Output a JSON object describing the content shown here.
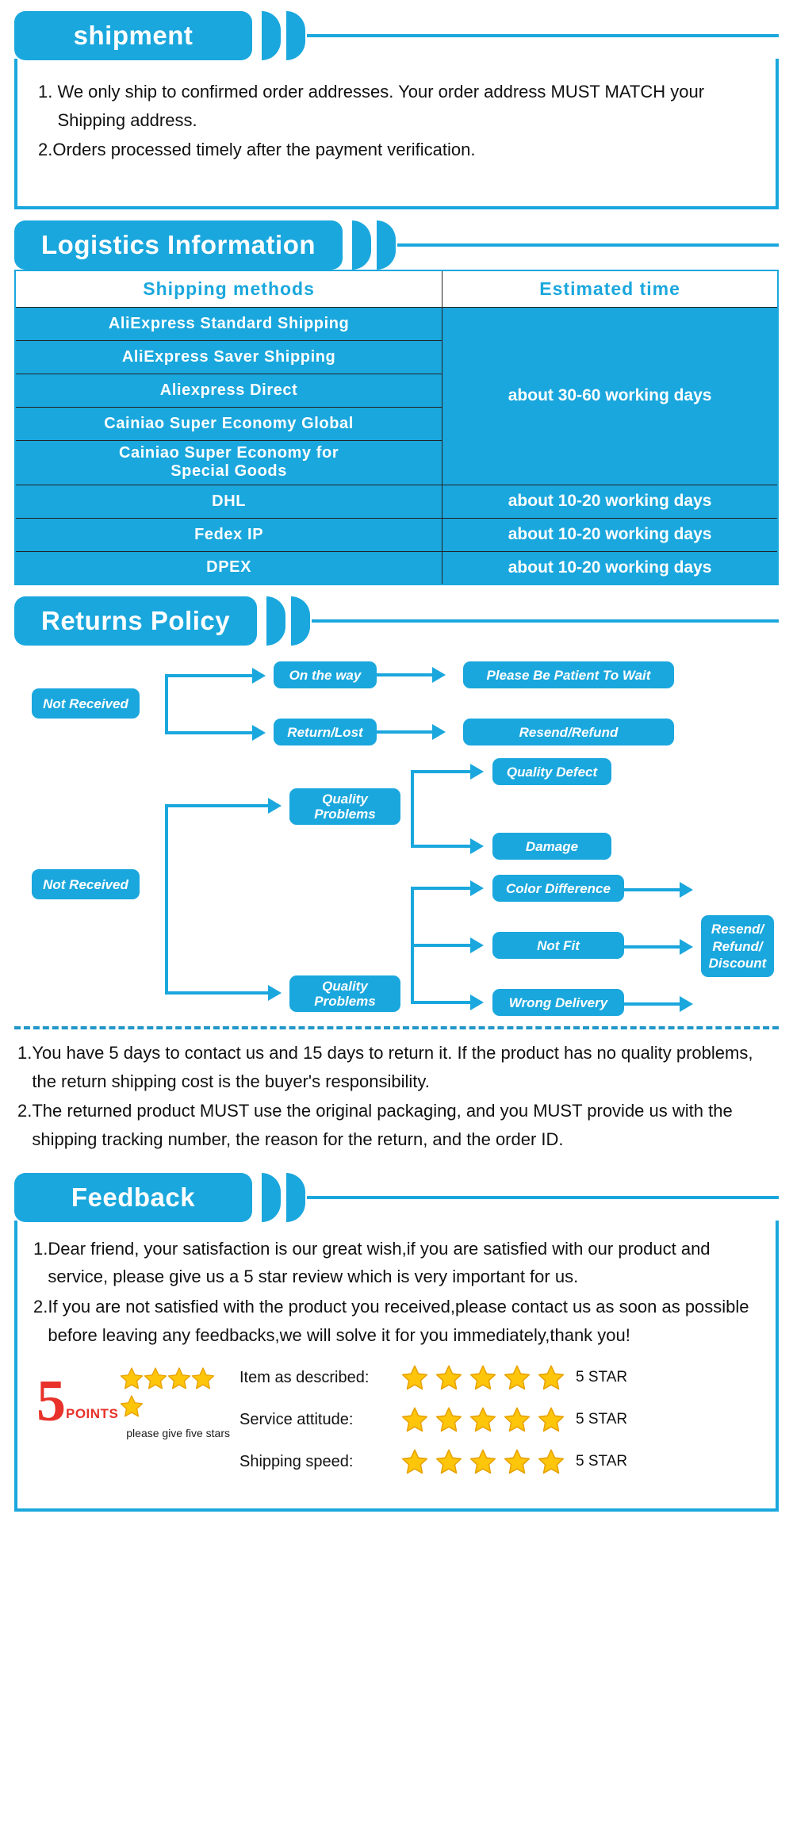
{
  "theme": {
    "blue": "#1aa7dd",
    "red": "#e8322a",
    "star_fill": "#fdc60b",
    "star_stroke": "#e8a100"
  },
  "shipment": {
    "title": "shipment",
    "items": [
      {
        "num": "1. ",
        "text": "We only ship to confirmed order addresses. Your order address MUST MATCH your Shipping address."
      },
      {
        "num": "2.",
        "text": "Orders processed timely after the payment verification."
      }
    ]
  },
  "logistics": {
    "title": "Logistics Information",
    "columns": [
      "Shipping  methods",
      "Estimated  time"
    ],
    "groups": [
      {
        "estimate": "about 30-60 working days",
        "methods": [
          "AliExpress  Standard  Shipping",
          "AliExpress  Saver  Shipping",
          "Aliexpress  Direct",
          "Cainiao  Super  Economy  Global",
          "Cainiao  Super  Economy  for\nSpecial  Goods"
        ]
      }
    ],
    "single_rows": [
      {
        "method": "DHL",
        "estimate": "about 10-20 working days"
      },
      {
        "method": "Fedex  IP",
        "estimate": "about 10-20 working days"
      },
      {
        "method": "DPEX",
        "estimate": "about 10-20 working days"
      }
    ]
  },
  "returns": {
    "title": "Returns Policy",
    "flow_top": {
      "source": "Not Received",
      "branches": [
        {
          "stage": "On the way",
          "result": "Please Be Patient To Wait"
        },
        {
          "stage": "Return/Lost",
          "result": "Resend/Refund"
        }
      ]
    },
    "flow_bottom": {
      "source": "Not Received",
      "branches": [
        {
          "stage": "Quality\nProblems",
          "results": [
            "Quality Defect",
            "Damage"
          ]
        },
        {
          "stage": "Quality\nProblems",
          "results": [
            "Color Difference",
            "Not Fit",
            "Wrong Delivery"
          ],
          "final": "Resend/\nRefund/\nDiscount"
        }
      ]
    },
    "notes": [
      {
        "num": "1.",
        "text": "You have 5 days to contact us and 15 days to return it. If the product has no quality problems, the return shipping cost is the buyer's responsibility."
      },
      {
        "num": "2.",
        "text": "The returned product MUST use the original packaging, and you MUST provide us with the shipping tracking number, the reason for the return, and the order ID."
      }
    ]
  },
  "feedback": {
    "title": "Feedback",
    "items": [
      {
        "num": "1.",
        "text": "Dear friend, your satisfaction is our great wish,if you are satisfied with our product and service, please give us a 5 star review which is very important for us."
      },
      {
        "num": "2.",
        "text": "If you are not satisfied with the product you received,please contact us as soon as possible before leaving any feedbacks,we will solve it for you immediately,thank you!"
      }
    ],
    "logo": {
      "number": "5",
      "points": "POINTS",
      "caption": "please give five stars",
      "star_count": 5
    },
    "ratings": [
      {
        "label": "Item as described:",
        "stars": 5,
        "suffix": "5 STAR"
      },
      {
        "label": "Service attitude:",
        "stars": 5,
        "suffix": "5 STAR"
      },
      {
        "label": "Shipping speed:",
        "stars": 5,
        "suffix": "5 STAR"
      }
    ]
  }
}
